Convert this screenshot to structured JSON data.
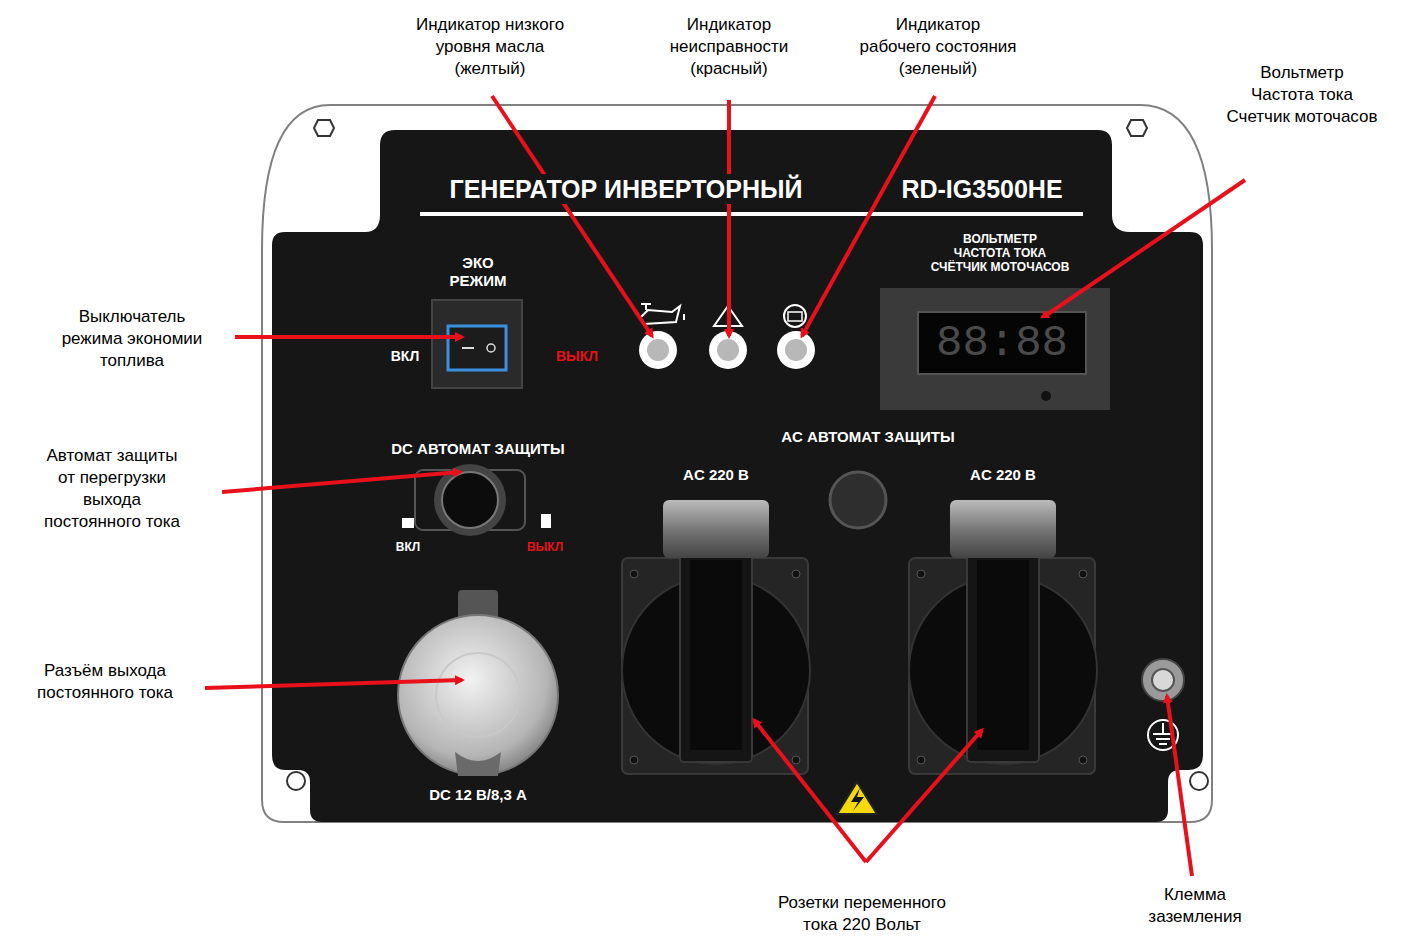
{
  "diagram": {
    "labels": [
      "Индикатор низкого уровня масла (желтый)",
      "Индикатор неисправности (красный)",
      "Индикатор рабочего состояния (зеленый)",
      "Вольтметр Частота тока Счетчик моточасов",
      "Выключатель режима экономии топлива",
      "Автомат защиты от перегрузки выхода постоянного тока",
      "Разъём выхода постоянного тока",
      "Розетки переменного тока 220 Вольт",
      "Клемма заземления",
      "ГЕНЕРАТОР ИНВЕРТОРНЫЙ",
      "RD-IG3500HE",
      "ЭКО РЕЖИМ",
      "ВКЛ",
      "ВЫКЛ",
      "ВОЛЬТМЕТР ЧАСТОТА ТОКА СЧЁТЧИК МОТОЧАСОВ",
      "88:88",
      "DC АВТОМАТ ЗАЩИТЫ",
      "ВКЛ",
      "ВЫКЛ",
      "AC АВТОМАТ ЗАЩИТЫ",
      "AC 220 В",
      "AC 220 В",
      "DC 12 В/8,3 А"
    ]
  }
}
